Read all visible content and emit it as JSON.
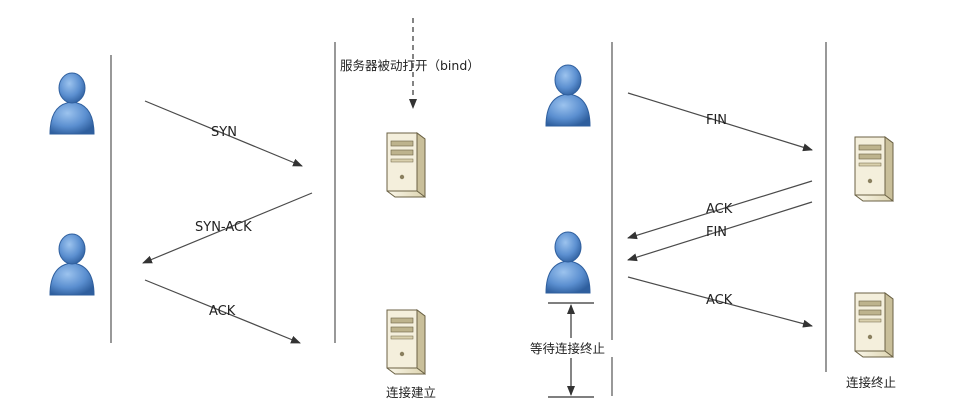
{
  "handshake": {
    "server_open_label": "服务器被动打开（bind）",
    "syn_label": "SYN",
    "synack_label": "SYN-ACK",
    "ack_label": "ACK",
    "established_label": "连接建立"
  },
  "teardown": {
    "fin1_label": "FIN",
    "ack1_label": "ACK",
    "fin2_label": "FIN",
    "ack2_label": "ACK",
    "wait_label": "等待连接终止",
    "terminated_label": "连接终止"
  },
  "colors": {
    "user_fill": "#5b8fd0",
    "user_dark": "#2f5f9e",
    "server_body": "#f1ecd8",
    "server_shade": "#c9bf9a",
    "line": "#555555"
  }
}
